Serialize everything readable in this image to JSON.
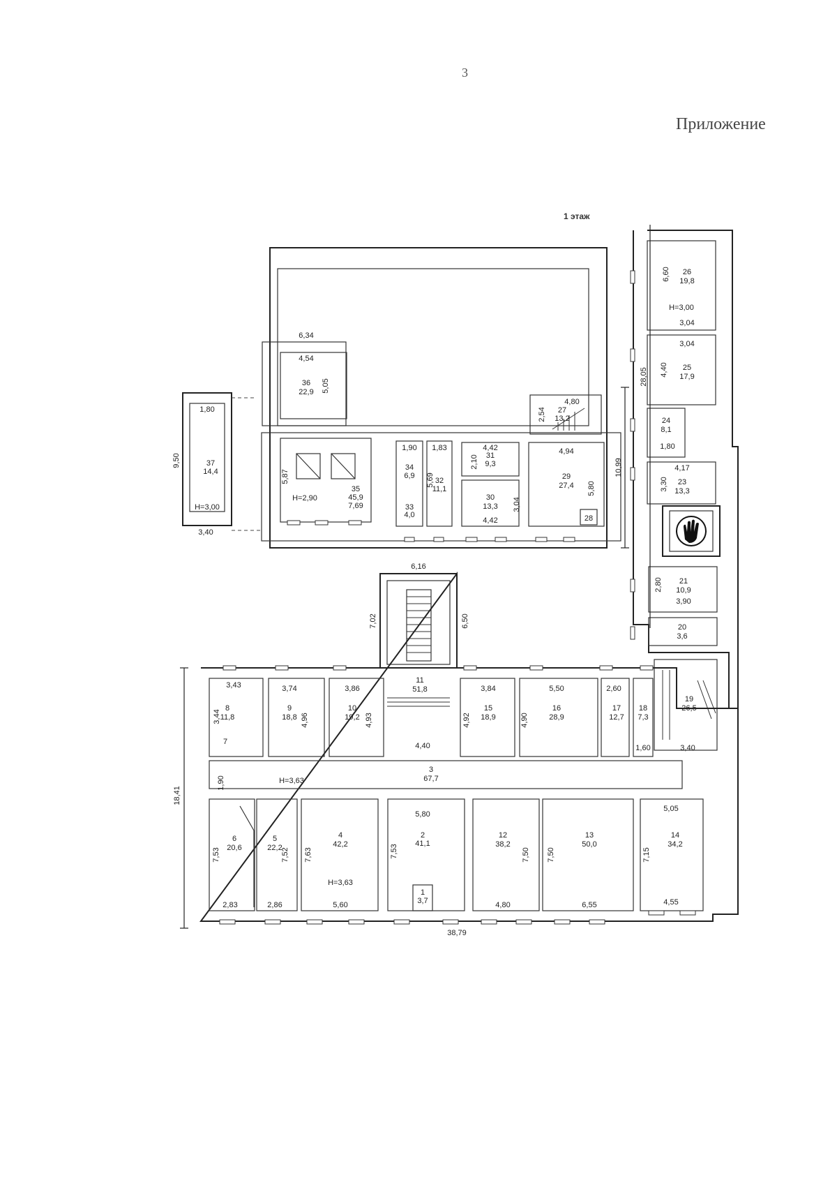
{
  "page_number": "3",
  "appendix_title": "Приложение",
  "floor_label": "1 этаж",
  "rooms": [
    {
      "no": "1",
      "area": "3,7"
    },
    {
      "no": "2",
      "area": "41,1"
    },
    {
      "no": "3",
      "area": "67,7"
    },
    {
      "no": "4",
      "area": "42,2"
    },
    {
      "no": "5",
      "area": "22,2"
    },
    {
      "no": "6",
      "area": "20,6"
    },
    {
      "no": "7",
      "area": ""
    },
    {
      "no": "8",
      "area": "11,8"
    },
    {
      "no": "9",
      "area": "18,8"
    },
    {
      "no": "10",
      "area": "19,2"
    },
    {
      "no": "11",
      "area": "51,8"
    },
    {
      "no": "12",
      "area": "38,2"
    },
    {
      "no": "13",
      "area": "50,0"
    },
    {
      "no": "14",
      "area": "34,2"
    },
    {
      "no": "15",
      "area": "18,9"
    },
    {
      "no": "16",
      "area": "28,9"
    },
    {
      "no": "17",
      "area": "12,7"
    },
    {
      "no": "18",
      "area": "7,3"
    },
    {
      "no": "19",
      "area": "26,5"
    },
    {
      "no": "20",
      "area": "3,6"
    },
    {
      "no": "21",
      "area": "10,9"
    },
    {
      "no": "23",
      "area": "13,3"
    },
    {
      "no": "24",
      "area": "8,1"
    },
    {
      "no": "25",
      "area": "17,9"
    },
    {
      "no": "26",
      "area": "19,8"
    },
    {
      "no": "27",
      "area": "13,2"
    },
    {
      "no": "28",
      "area": ""
    },
    {
      "no": "29",
      "area": "27,4"
    },
    {
      "no": "30",
      "area": "13,3"
    },
    {
      "no": "31",
      "area": "9,3"
    },
    {
      "no": "32",
      "area": "11,1"
    },
    {
      "no": "33",
      "area": "4,0"
    },
    {
      "no": "34",
      "area": "6,9"
    },
    {
      "no": "35",
      "area": "45,9"
    },
    {
      "no": "36",
      "area": "22,9"
    },
    {
      "no": "37",
      "area": "14,4"
    }
  ],
  "heights": {
    "h_corridor": "Н=3,63",
    "h_room4": "Н=3,63",
    "h_room35": "Н=2,90",
    "h_room37": "Н=3,00",
    "h_room26": "Н=3,00"
  },
  "dimensions": {
    "d_total_width": "38,79",
    "d_total_height_left": "18,41",
    "d_total_height_right": "28,05",
    "d_upper_height": "10,99",
    "d_annex_height": "9,50",
    "d_annex_width": "3,40",
    "d_annex_inner": "1,80",
    "d_stair_width": "6,16",
    "d_stair_left": "7,02",
    "d_stair_right": "6,50",
    "d_r36_outer": "6,34",
    "d_r36_inner": "4,54",
    "d_r36_height": "5,05",
    "d_r35_height": "5,87",
    "d_r35_width": "7,69",
    "d_r34_width": "1,90",
    "d_r32_width": "1,83",
    "d_r32_height": "5,69",
    "d_r31_width": "4,42",
    "d_r31_height": "2,10",
    "d_r30_width": "4,42",
    "d_r30_height": "3,04",
    "d_r29_width": "4,94",
    "d_r29_height": "5,80",
    "d_r27_width": "4,80",
    "d_r27_height": "2,54",
    "d_r26_height": "6,60",
    "d_r26_width": "3,04",
    "d_r25_width": "3,04",
    "d_r25_height": "4,40",
    "d_r24_width": "1,80",
    "d_r23_width": "4,17",
    "d_r23_height": "3,30",
    "d_r21_height": "2,80",
    "d_r21_width": "3,90",
    "d_r8_width": "3,43",
    "d_r8_height": "3,44",
    "d_r9_width": "3,74",
    "d_r9_height": "4,96",
    "d_r10_width": "3,86",
    "d_r10_height": "4,93",
    "d_r15_width": "3,84",
    "d_r15_height": "4,92",
    "d_r16_width": "5,50",
    "d_r16_height": "4,90",
    "d_r17_width": "2,60",
    "d_r18_width": "1,60",
    "d_r19_width": "3,40",
    "d_corr_height": "1,90",
    "d_hall_width": "4,40",
    "d_r2_width": "5,80",
    "d_r2_height": "7,53",
    "d_r6_height": "7,53",
    "d_r6_width": "2,83",
    "d_r5_height": "7,52",
    "d_r5_width": "2,86",
    "d_r4_height": "7,63",
    "d_r4_width": "5,60",
    "d_r12_height": "7,50",
    "d_r12_width": "4,80",
    "d_r13_height": "7,50",
    "d_r13_width": "6,55",
    "d_r14_width_top": "5,05",
    "d_r14_height": "7,15",
    "d_r14_width": "4,55"
  }
}
